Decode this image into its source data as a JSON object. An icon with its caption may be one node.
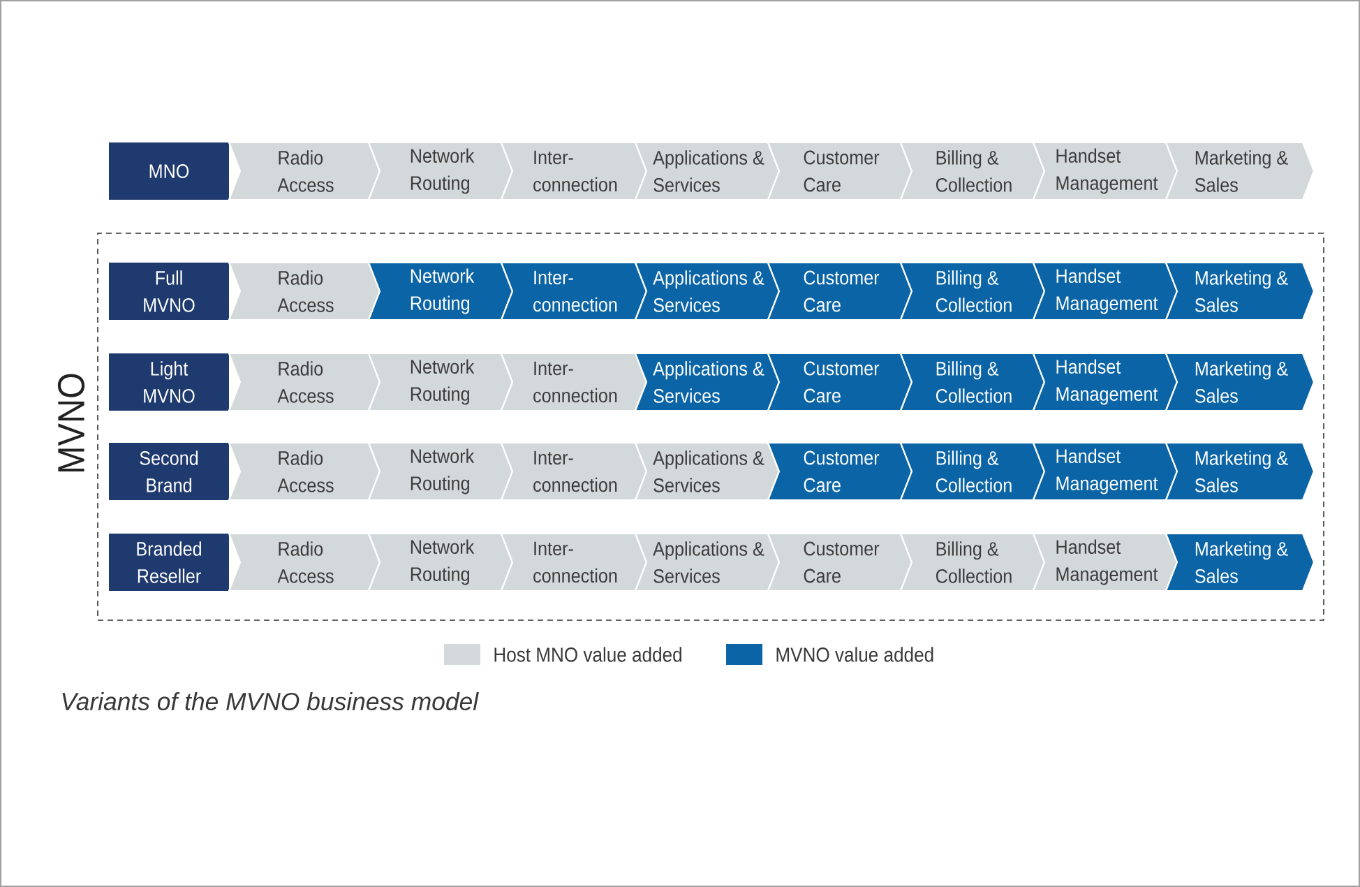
{
  "diagram": {
    "caption": "Variants of the MVNO business model",
    "nodes": [
      {
        "text": [
          "MNO"
        ]
      },
      {
        "text": [
          "Radio Access"
        ]
      },
      {
        "text": [
          "Network Routing"
        ]
      },
      {
        "text": [
          "Inter- connection"
        ]
      },
      {
        "text": [
          "Applications & Services"
        ]
      },
      {
        "text": [
          "Customer Care"
        ]
      },
      {
        "text": [
          "Billing & Collection"
        ]
      },
      {
        "text": [
          "Handset Management"
        ]
      },
      {
        "text": [
          "Marketing & Sales"
        ]
      },
      {
        "text": [
          "MVNO"
        ]
      },
      {
        "text": [
          "Full MVNO"
        ],
        "in": 9
      },
      {
        "text": [
          "Radio Access"
        ],
        "in": 9
      },
      {
        "text": [
          "Network Routing"
        ],
        "in": 9
      },
      {
        "text": [
          "Inter- connection"
        ],
        "in": 9
      },
      {
        "text": [
          "Applications & Services"
        ],
        "in": 9
      },
      {
        "text": [
          "Customer Care"
        ],
        "in": 9
      },
      {
        "text": [
          "Billing & Collection"
        ],
        "in": 9
      },
      {
        "text": [
          "Handset Management"
        ],
        "in": 9
      },
      {
        "text": [
          "Marketing & Sales"
        ],
        "in": 9
      },
      {
        "text": [
          "Light MVNO"
        ],
        "in": 9
      },
      {
        "text": [
          "Radio Access"
        ],
        "in": 9
      },
      {
        "text": [
          "Network Routing"
        ],
        "in": 9
      },
      {
        "text": [
          "Inter- connection"
        ],
        "in": 9
      },
      {
        "text": [
          "Applications & Services"
        ],
        "in": 9
      },
      {
        "text": [
          "Customer Care"
        ],
        "in": 9
      },
      {
        "text": [
          "Billing & Collection"
        ],
        "in": 9
      },
      {
        "text": [
          "Handset Management"
        ],
        "in": 9
      },
      {
        "text": [
          "Marketing & Sales"
        ],
        "in": 9
      },
      {
        "text": [
          "Second Brand"
        ],
        "in": 9
      },
      {
        "text": [
          "Radio Access"
        ],
        "in": 9
      },
      {
        "text": [
          "Network Routing"
        ],
        "in": 9
      },
      {
        "text": [
          "Inter- connection"
        ],
        "in": 9
      },
      {
        "text": [
          "Applications & Services"
        ],
        "in": 9
      },
      {
        "text": [
          "Customer Care"
        ],
        "in": 9
      },
      {
        "text": [
          "Billing & Collection"
        ],
        "in": 9
      },
      {
        "text": [
          "Handset Management"
        ],
        "in": 9
      },
      {
        "text": [
          "Marketing & Sales"
        ],
        "in": 9
      },
      {
        "text": [
          "Branded Reseller"
        ],
        "in": 9
      },
      {
        "text": [
          "Radio Access"
        ],
        "in": 9
      },
      {
        "text": [
          "Network Routing"
        ],
        "in": 9
      },
      {
        "text": [
          "Inter- connection"
        ],
        "in": 9
      },
      {
        "text": [
          "Applications & Services"
        ],
        "in": 9
      },
      {
        "text": [
          "Customer Care"
        ],
        "in": 9
      },
      {
        "text": [
          "Billing & Collection"
        ],
        "in": 9
      },
      {
        "text": [
          "Handset Management"
        ],
        "in": 9
      },
      {
        "text": [
          "Marketing & Sales"
        ],
        "in": 9
      }
    ],
    "legend": [
      {
        "text": "Host MNO value added",
        "color": "#d3d8da"
      },
      {
        "text": "MVNO value added",
        "color": "#0a64a6"
      }
    ]
  }
}
